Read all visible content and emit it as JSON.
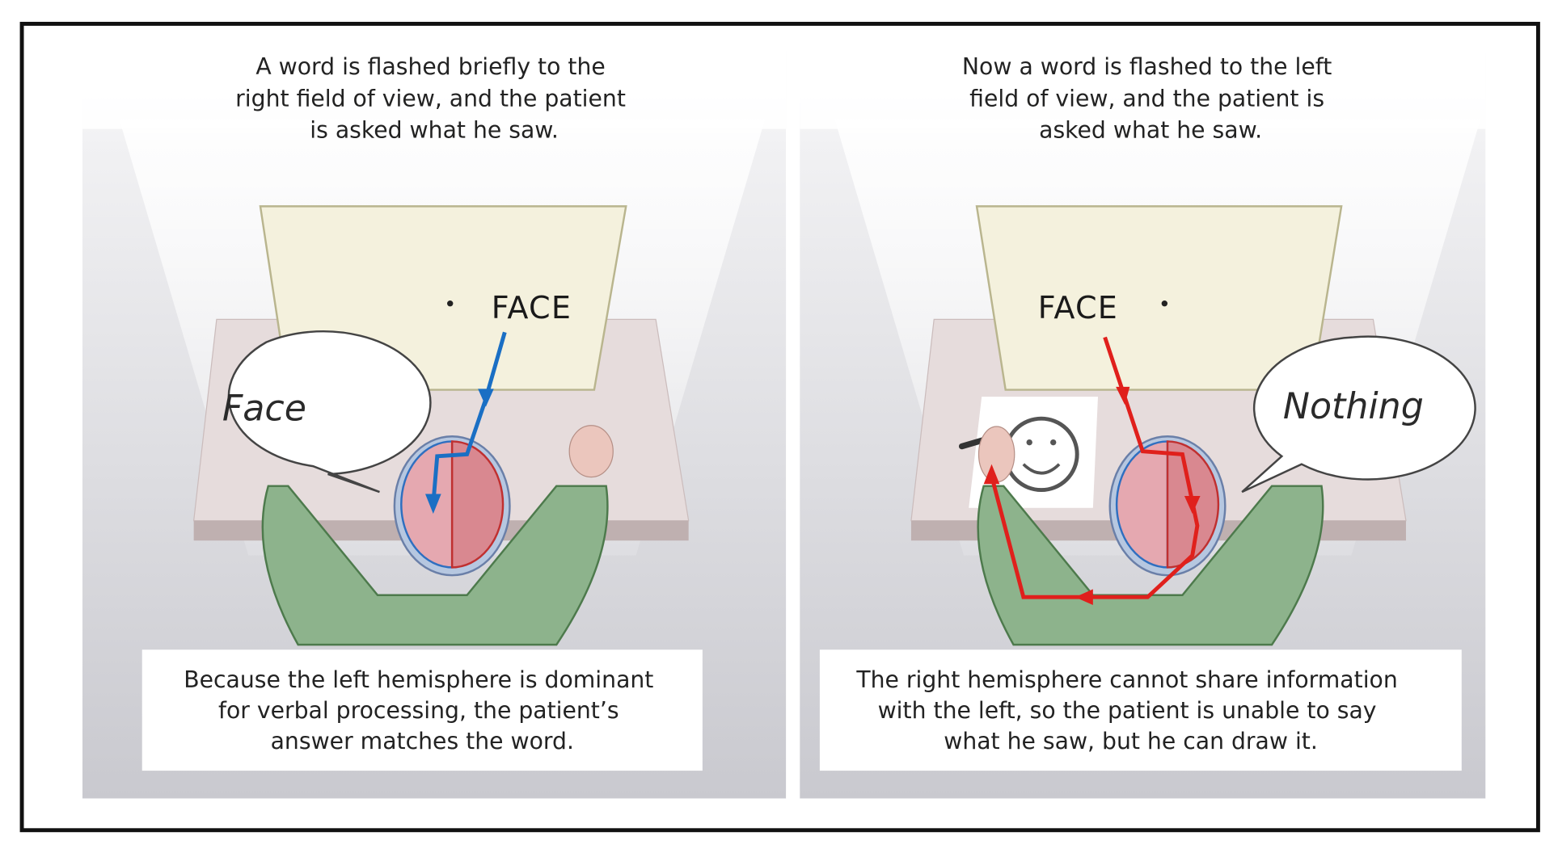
{
  "left_panel": {
    "caption_top": [
      "A word is flashed briefly to the",
      "right field of view, and the patient",
      "is asked what he saw."
    ],
    "screen_word": "FACE",
    "speech": "Face",
    "caption_bottom": [
      "Because the left hemisphere is dominant",
      "for verbal processing, the patient’s",
      "answer matches the word."
    ],
    "arrow_color": "#1a6fc4"
  },
  "right_panel": {
    "caption_top": [
      "Now a word is flashed to the left",
      "field of view, and the patient is",
      "asked what he saw."
    ],
    "screen_word": "FACE",
    "speech": "Nothing",
    "caption_bottom": [
      "The right hemisphere cannot share information",
      "with the left, so the patient is unable to say",
      "what he saw, but he can draw it."
    ],
    "arrow_color": "#e0201c"
  }
}
